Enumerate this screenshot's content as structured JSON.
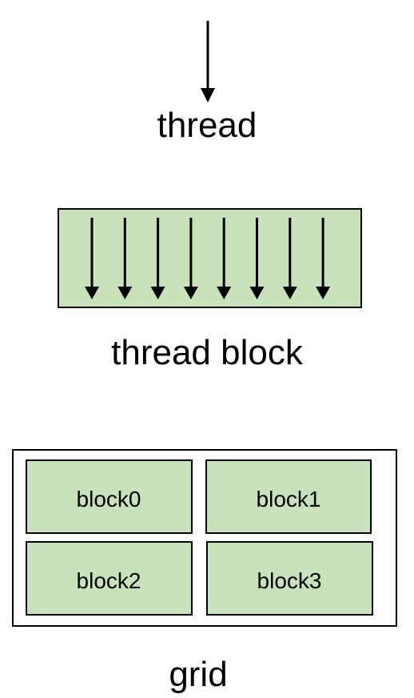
{
  "labels": {
    "thread": "thread",
    "thread_block": "thread block",
    "grid": "grid"
  },
  "thread_block": {
    "thread_count": 8
  },
  "grid": {
    "blocks": [
      "block0",
      "block1",
      "block2",
      "block3"
    ]
  },
  "colors": {
    "block_fill": "#c8e2bc",
    "stroke": "#000000",
    "background": "#ffffff"
  }
}
